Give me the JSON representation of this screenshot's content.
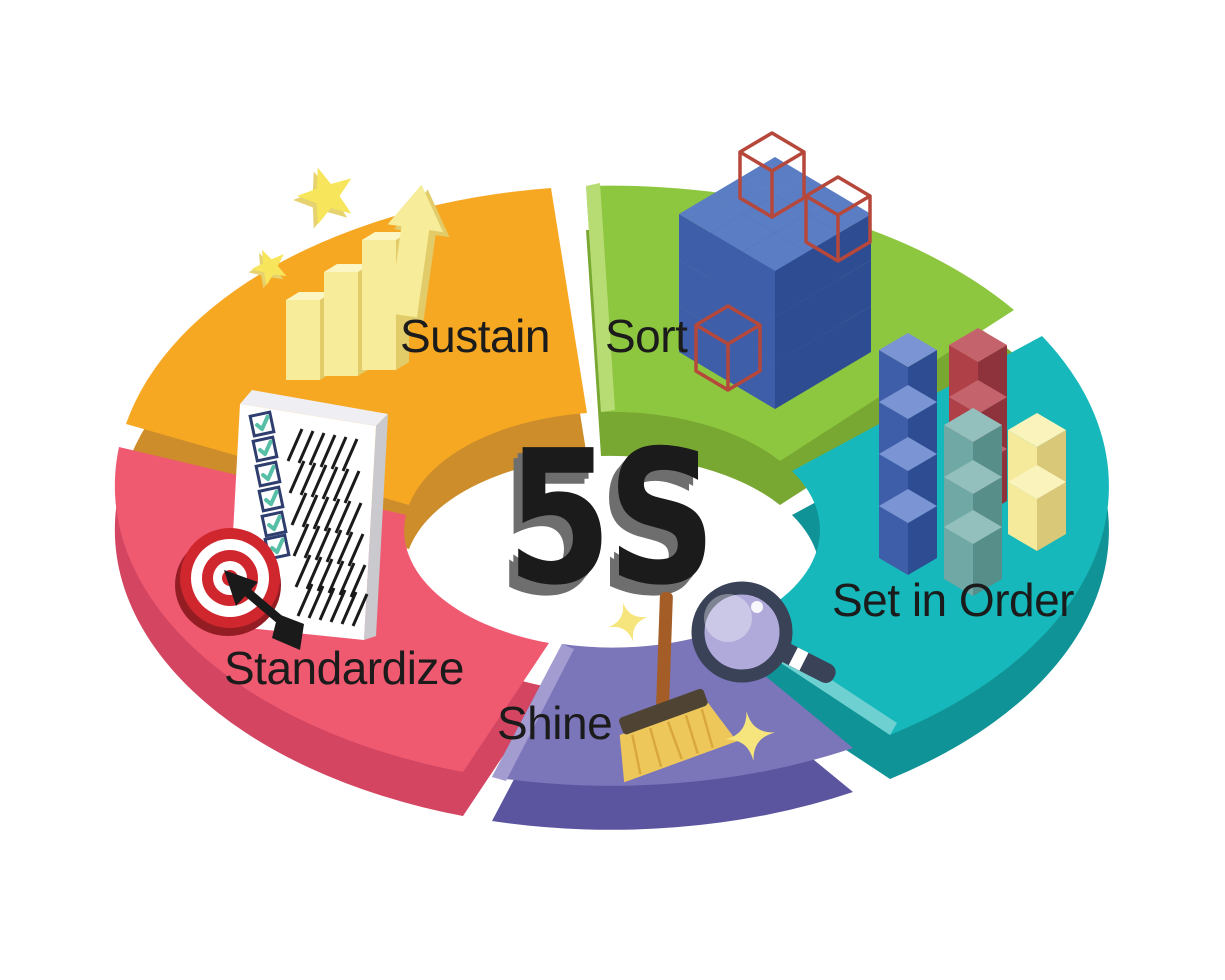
{
  "diagram": {
    "center_label": "5S",
    "text_color": "#1b1b1b",
    "extrude_color": "#6e6e6e",
    "background": "#ffffff",
    "segments": [
      {
        "id": "sort",
        "label": "Sort",
        "color": "#8dc63f",
        "side_color": "#79a832",
        "bevel": "#b8dc74",
        "icon": "sorted-cubes-icon"
      },
      {
        "id": "set-in-order",
        "label": "Set in Order",
        "color": "#16b8bb",
        "side_color": "#0f9396",
        "bevel": "#6fd0d2",
        "icon": "stacked-towers-icon"
      },
      {
        "id": "shine",
        "label": "Shine",
        "color": "#7b75ba",
        "side_color": "#5b55a0",
        "bevel": "#a29cd1",
        "icon": "broom-magnifier-icon"
      },
      {
        "id": "standardize",
        "label": "Standardize",
        "color": "#ef5a71",
        "side_color": "#d34560",
        "bevel": "#f58ea0",
        "icon": "checklist-target-icon"
      },
      {
        "id": "sustain",
        "label": "Sustain",
        "color": "#f7a823",
        "side_color": "#cd8d2a",
        "bevel": "#fac35e",
        "icon": "growth-chart-icon"
      }
    ],
    "icons": {
      "cubes": {
        "top": "#5b7dc4",
        "left": "#3e5ea9",
        "right": "#2e4c92",
        "wireframe": "#b5473b"
      },
      "towers": {
        "blue": {
          "top": "#7b95d4",
          "left": "#3e5ea9",
          "right": "#2e4c92"
        },
        "red": {
          "top": "#c5636d",
          "left": "#b04048",
          "right": "#8e323c"
        },
        "teal": {
          "top": "#93c0bc",
          "left": "#6fa8a4",
          "right": "#578e8a"
        },
        "yellow": {
          "top": "#faf3bc",
          "left": "#f5ea9b",
          "right": "#d9c878"
        }
      },
      "broom": {
        "handle": "#a55d28",
        "band": "#4f4433",
        "bristles": "#eec75b",
        "bristle_lines": "#d9a83c"
      },
      "magnifier": {
        "rim": "#3a4258",
        "lens": "#b0aadb",
        "band": "#ffffff"
      },
      "sparkle": {
        "fill": "#f6e57d"
      },
      "checklist": {
        "paper": "#ffffff",
        "paper_top": "#efeff3",
        "paper_side": "#c9c9ce",
        "box_border": "#2e3e6e",
        "check": "#56bfa6",
        "line": "#1a1a1a"
      },
      "target": {
        "red": "#d0262e",
        "dark": "#941d24",
        "white": "#ffffff",
        "arrow": "#1a1a1a"
      },
      "bars": {
        "front": "#f7ec9a",
        "side": "#e2cc6a",
        "top": "#fcf6c4"
      },
      "star": {
        "fill": "#f7e55c",
        "shadow": "#e6d26e"
      }
    }
  }
}
